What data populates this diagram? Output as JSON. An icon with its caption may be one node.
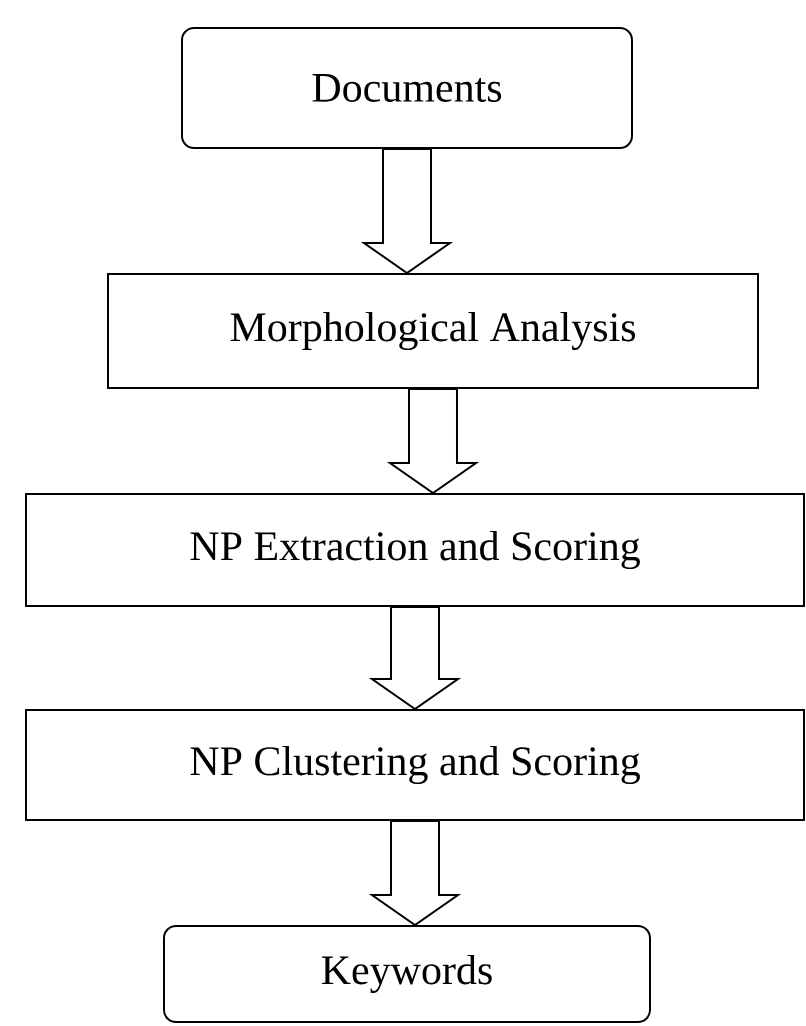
{
  "diagram": {
    "nodes": [
      {
        "text": [
          "Documents"
        ]
      },
      {
        "text": [
          "Morphological Analysis"
        ]
      },
      {
        "text": [
          "NP Extraction and Scoring"
        ]
      },
      {
        "text": [
          "NP Clustering and Scoring"
        ]
      },
      {
        "text": [
          "Keywords"
        ]
      }
    ],
    "edges": [
      {
        "from": 0,
        "to": 1,
        "arrow": "to"
      },
      {
        "from": 1,
        "to": 2,
        "arrow": "to"
      },
      {
        "from": 2,
        "to": 3,
        "arrow": "to"
      },
      {
        "from": 3,
        "to": 4,
        "arrow": "to"
      }
    ]
  }
}
